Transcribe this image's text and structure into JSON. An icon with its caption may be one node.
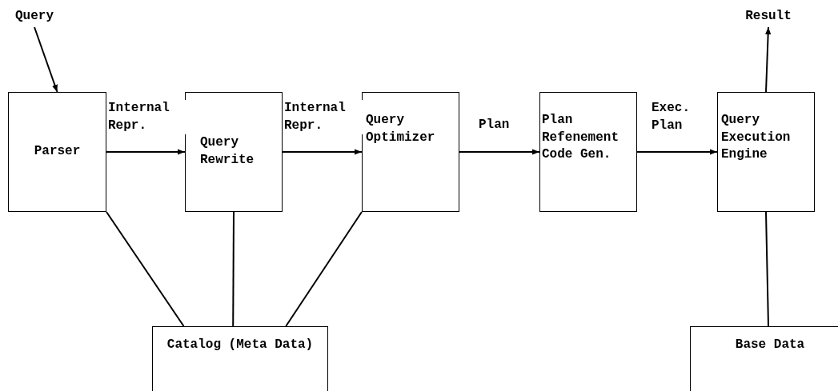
{
  "diagram": {
    "nodes": [
      {
        "text": [
          "Query"
        ]
      },
      {
        "text": [
          "Parser"
        ]
      },
      {
        "text": [
          "Query Rewrite"
        ]
      },
      {
        "text": [
          "Query Optimizer"
        ]
      },
      {
        "text": [
          "Plan Refenement Code Gen."
        ]
      },
      {
        "text": [
          "Query Execution Engine"
        ]
      },
      {
        "text": [
          "Result"
        ]
      },
      {
        "text": [
          "Catalog (Meta Data)"
        ]
      },
      {
        "text": [
          "Base Data"
        ]
      }
    ],
    "edges": [
      {
        "from": 0,
        "to": 1,
        "arrow": "to"
      },
      {
        "from": 1,
        "to": 2,
        "arrow": "to",
        "label": "Internal Repr."
      },
      {
        "from": 2,
        "to": 3,
        "arrow": "to",
        "label": "Internal Repr."
      },
      {
        "from": 3,
        "to": 4,
        "arrow": "to",
        "label": "Plan"
      },
      {
        "from": 4,
        "to": 5,
        "arrow": "to",
        "label": "Exec. Plan"
      },
      {
        "from": 5,
        "to": 6,
        "arrow": "to"
      },
      {
        "from": 1,
        "to": 7,
        "arrow": "none"
      },
      {
        "from": 2,
        "to": 7,
        "arrow": "none"
      },
      {
        "from": 3,
        "to": 7,
        "arrow": "none"
      },
      {
        "from": 5,
        "to": 8,
        "arrow": "none"
      }
    ]
  }
}
